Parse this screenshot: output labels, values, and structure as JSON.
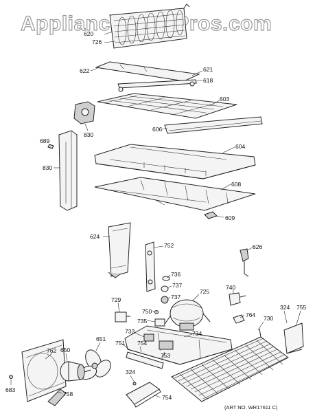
{
  "watermark": "AppliancePartsPros.com",
  "art_number": "(ART NO. WR17611 C)",
  "labels": {
    "p620": "620",
    "p726": "726",
    "p622": "622",
    "p621": "621",
    "p618": "618",
    "p603": "603",
    "p606": "606",
    "p830a": "830",
    "p689": "689",
    "p830b": "830",
    "p604": "604",
    "p608": "608",
    "p609": "609",
    "p624": "624",
    "p752": "752",
    "p626": "626",
    "p736": "736",
    "p737a": "737",
    "p737b": "737",
    "p725": "725",
    "p740": "740",
    "p729": "729",
    "p750": "750",
    "p735": "735",
    "p764": "764",
    "p730": "730",
    "p324a": "324",
    "p755": "755",
    "p733": "733",
    "p734": "734",
    "p651": "651",
    "p751": "751",
    "p754a": "754",
    "p762": "762",
    "p650": "650",
    "p753": "753",
    "p324b": "324",
    "p754b": "754",
    "p758": "758",
    "p683": "683"
  }
}
